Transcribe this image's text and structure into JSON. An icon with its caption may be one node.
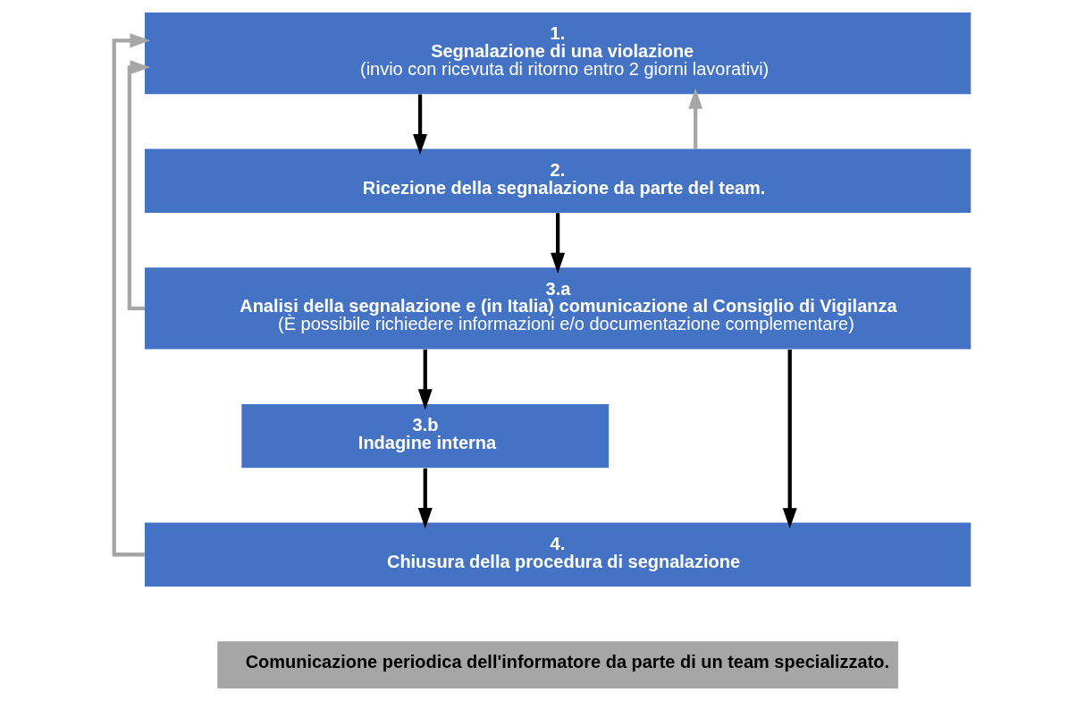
{
  "diagram": {
    "nodes": [
      {
        "text": [
          "1.",
          "Segnalazione di una violazione",
          "(invio con ricevuta di ritorno entro 2 giorni lavorativi)"
        ]
      },
      {
        "text": [
          "2.",
          "Ricezione della segnalazione da parte del team."
        ]
      },
      {
        "text": [
          "3.a",
          "Analisi della segnalazione e (in Italia) comunicazione al Consiglio di Vigilanza",
          "(È possibile richiedere informazioni e/o documentazione complementare)"
        ]
      },
      {
        "text": [
          "3.b",
          "Indagine interna"
        ]
      },
      {
        "text": [
          "4.",
          "Chiusura della procedura di segnalazione"
        ]
      },
      {
        "text": [
          "Comunicazione periodica dell'informatore da parte di un team specializzato."
        ]
      }
    ],
    "edges": [
      {
        "from": 0,
        "to": 1,
        "arrow": "to"
      },
      {
        "from": 1,
        "to": 2,
        "arrow": "to"
      },
      {
        "from": 2,
        "to": 4,
        "arrow": "to"
      },
      {
        "from": 2,
        "to": 3,
        "arrow": "to"
      },
      {
        "from": 3,
        "to": 4,
        "arrow": "to"
      },
      {
        "from": 4,
        "to": 0,
        "arrow": "to",
        "color": "#a6a6a6"
      },
      {
        "from": 1,
        "to": 0,
        "arrow": "to",
        "color": "#a6a6a6"
      },
      {
        "from": 2,
        "to": 0,
        "arrow": "to",
        "color": "#a6a6a6"
      }
    ]
  }
}
